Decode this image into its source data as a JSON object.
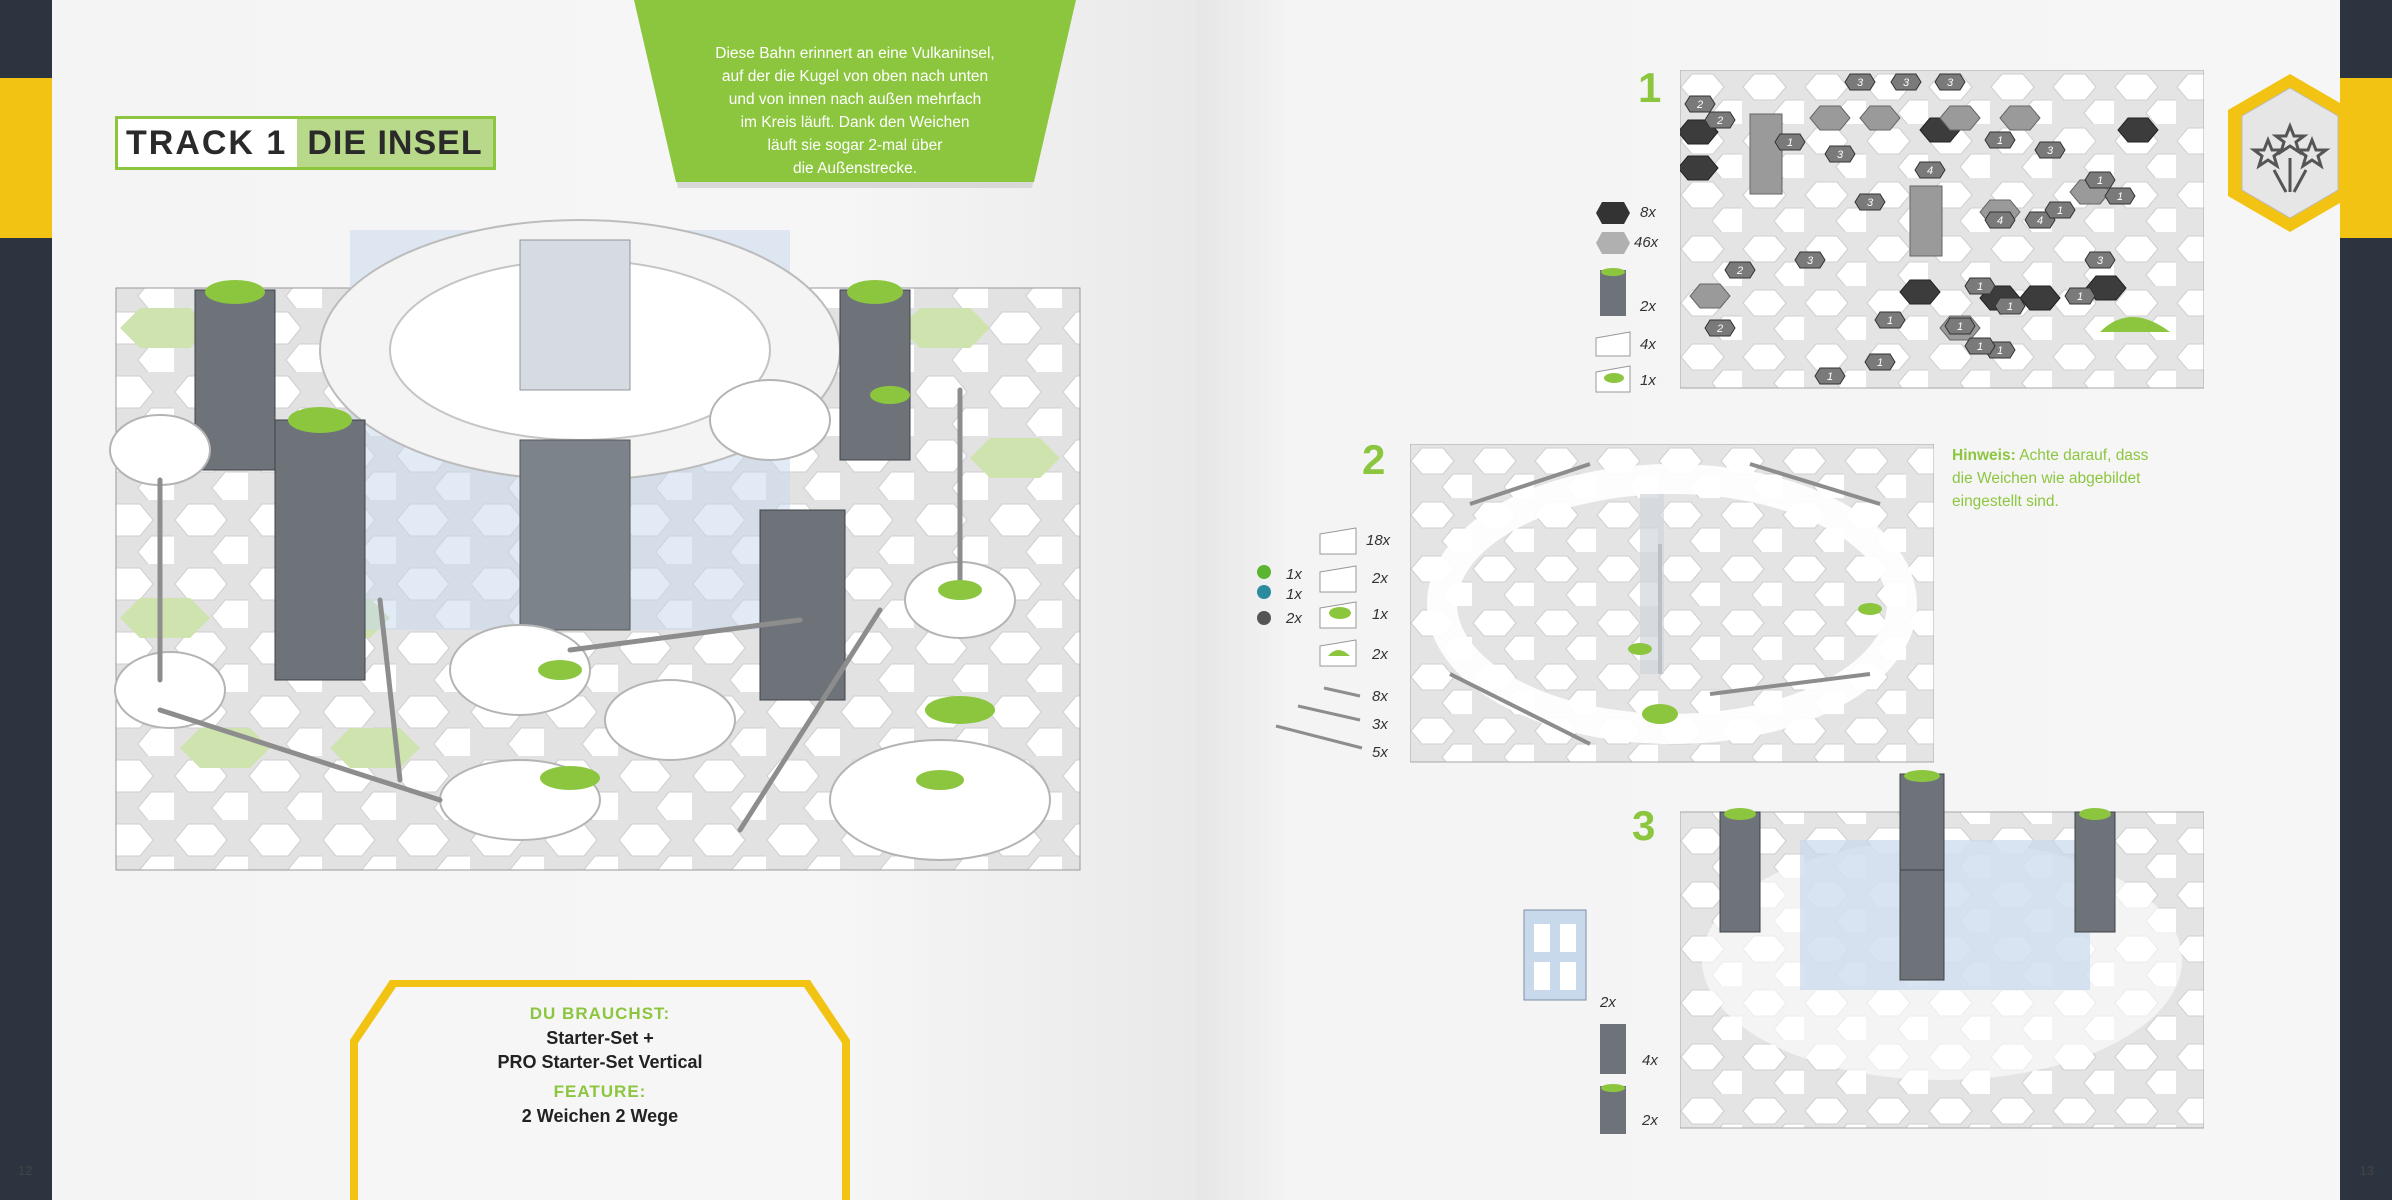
{
  "left_page": {
    "page_number": "12",
    "title": {
      "part1": "TRACK 1",
      "part2": "DIE INSEL"
    },
    "intro_lines": [
      "Diese Bahn erinnert an eine Vulkaninsel,",
      "auf der die Kugel von oben nach unten",
      "und von innen nach außen mehrfach",
      "im Kreis läuft. Dank den Weichen",
      "läuft sie sogar 2-mal über",
      "die Außenstrecke."
    ],
    "requirements": {
      "heading_need": "DU BRAUCHST:",
      "need_line1": "Starter-Set +",
      "need_line2": "PRO Starter-Set Vertical",
      "heading_feature": "FEATURE:",
      "feature": "2 Weichen 2 Wege"
    }
  },
  "right_page": {
    "page_number": "13",
    "steps": [
      {
        "number": "1",
        "parts": [
          {
            "icon": "dark-hex-tile-icon",
            "count": "8x"
          },
          {
            "icon": "gray-hex-tile-icon",
            "count": "46x"
          },
          {
            "icon": "tower-icon",
            "count": "2x"
          },
          {
            "icon": "curve-tile-icon",
            "count": "4x"
          },
          {
            "icon": "switch-tile-icon",
            "count": "1x"
          }
        ]
      },
      {
        "number": "2",
        "parts": [
          {
            "icon": "curve-tile-icon",
            "count": "18x"
          },
          {
            "icon": "curve-tile-icon",
            "count": "2x"
          },
          {
            "icon": "switch-tile-icon",
            "count": "1x"
          },
          {
            "icon": "catcher-tile-icon",
            "count": "2x"
          },
          {
            "icon": "rail-short-icon",
            "count": "8x"
          },
          {
            "icon": "rail-medium-icon",
            "count": "3x"
          },
          {
            "icon": "rail-long-icon",
            "count": "5x"
          }
        ],
        "balls": [
          {
            "icon": "green-ball-icon",
            "count": "1x",
            "color": "#5bb531"
          },
          {
            "icon": "teal-ball-icon",
            "count": "1x",
            "color": "#2a8aa0"
          },
          {
            "icon": "gray-ball-icon",
            "count": "2x",
            "color": "#555555"
          }
        ]
      },
      {
        "number": "3",
        "parts": [
          {
            "icon": "wall-panel-icon",
            "count": "2x"
          },
          {
            "icon": "tower-icon",
            "count": "4x"
          },
          {
            "icon": "tower-green-icon",
            "count": "2x"
          }
        ]
      }
    ],
    "hint": {
      "label": "Hinweis:",
      "text": "Achte darauf, dass die Weichen wie abgebildet eingestellt sind."
    },
    "step1_numbers": [
      "3",
      "3",
      "3",
      "2",
      "2",
      "1",
      "3",
      "4",
      "3",
      "1",
      "3",
      "1",
      "2",
      "3",
      "4",
      "4",
      "1",
      "1",
      "3",
      "2",
      "1",
      "1",
      "1",
      "1",
      "1",
      "1",
      "1",
      "1",
      "1",
      "1"
    ]
  },
  "colors": {
    "accent": "#8cc63f",
    "yellow": "#f2c313",
    "dark_edge": "#2c3440"
  }
}
